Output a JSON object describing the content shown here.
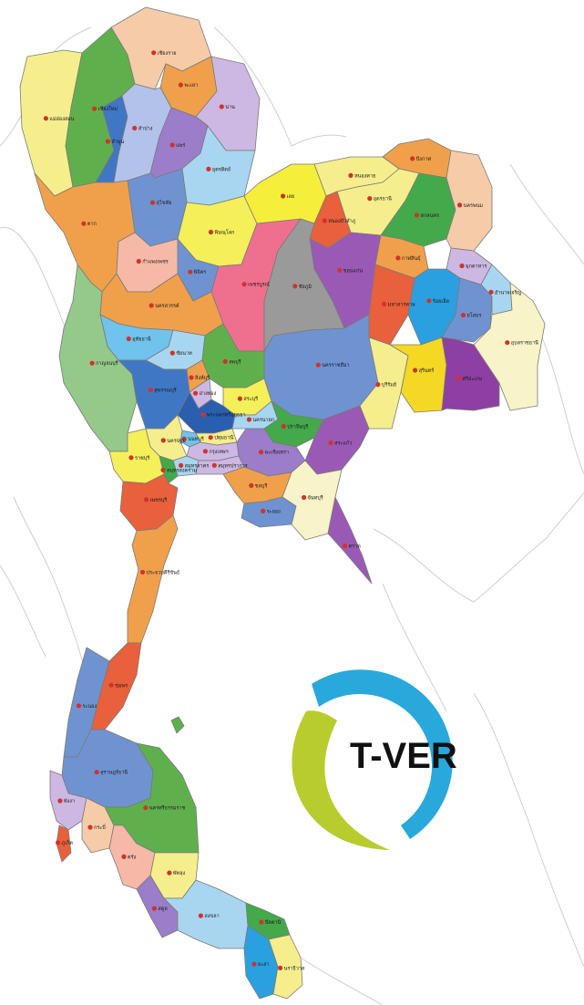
{
  "map": {
    "background": "#ffffff",
    "border_color": "#7a7a7a",
    "marker_color": "#d0332a",
    "neighbor_line_color": "#cfcfcf",
    "provinces": [
      {
        "id": "chiang-rai",
        "label": "เชียงราย",
        "fill": "#f6cba8"
      },
      {
        "id": "phayao",
        "label": "พะเยา",
        "fill": "#f0a04b"
      },
      {
        "id": "mae-hong-son",
        "label": "แม่ฮ่องสอน",
        "fill": "#f6ee8c"
      },
      {
        "id": "chiang-mai",
        "label": "เชียงใหม่",
        "fill": "#5fb04c"
      },
      {
        "id": "lamphun",
        "label": "ลำพูน",
        "fill": "#3f77c4"
      },
      {
        "id": "lampang",
        "label": "ลำปาง",
        "fill": "#b3c2ea"
      },
      {
        "id": "phrae",
        "label": "แพร่",
        "fill": "#9b7dc9"
      },
      {
        "id": "nan",
        "label": "น่าน",
        "fill": "#cdb8e3"
      },
      {
        "id": "uttaradit",
        "label": "อุตรดิตถ์",
        "fill": "#a8d6f0"
      },
      {
        "id": "sukhothai",
        "label": "สุโขทัย",
        "fill": "#6f93d1"
      },
      {
        "id": "tak",
        "label": "ตาก",
        "fill": "#f0a04b"
      },
      {
        "id": "phitsanulok",
        "label": "พิษณุโลก",
        "fill": "#f5ef5a"
      },
      {
        "id": "kamphaeng-phet",
        "label": "กำแพงเพชร",
        "fill": "#f6b9a7"
      },
      {
        "id": "phichit",
        "label": "พิจิตร",
        "fill": "#6f93d1"
      },
      {
        "id": "phetchabun",
        "label": "เพชรบูรณ์",
        "fill": "#ef6f8f"
      },
      {
        "id": "nakhon-sawan",
        "label": "นครสวรรค์",
        "fill": "#f0a04b"
      },
      {
        "id": "uthai-thani",
        "label": "อุทัยธานี",
        "fill": "#6fc3ec"
      },
      {
        "id": "chai-nat",
        "label": "ชัยนาท",
        "fill": "#a8d6f0"
      },
      {
        "id": "loei",
        "label": "เลย",
        "fill": "#f5ef3c"
      },
      {
        "id": "nong-khai",
        "label": "หนองคาย",
        "fill": "#f6ee8c"
      },
      {
        "id": "bueng-kan",
        "label": "บึงกาฬ",
        "fill": "#f0a04b"
      },
      {
        "id": "udon-thani",
        "label": "อุดรธานี",
        "fill": "#f6ee8c"
      },
      {
        "id": "sakon-nakhon",
        "label": "สกลนคร",
        "fill": "#43a94a"
      },
      {
        "id": "nakhon-phanom",
        "label": "นครพนม",
        "fill": "#f6cba8"
      },
      {
        "id": "nong-bua-lamphu",
        "label": "หนองบัวลำภู",
        "fill": "#e8603c"
      },
      {
        "id": "khon-kaen",
        "label": "ขอนแก่น",
        "fill": "#9b59b6"
      },
      {
        "id": "kalasin",
        "label": "กาฬสินธุ์",
        "fill": "#f0a04b"
      },
      {
        "id": "mukdahan",
        "label": "มุกดาหาร",
        "fill": "#cdb8e3"
      },
      {
        "id": "chaiyaphum",
        "label": "ชัยภูมิ",
        "fill": "#9a9a9a"
      },
      {
        "id": "maha-sarakham",
        "label": "มหาสารคาม",
        "fill": "#e8603c"
      },
      {
        "id": "roi-et",
        "label": "ร้อยเอ็ด",
        "fill": "#2aa0e0"
      },
      {
        "id": "yasothon",
        "label": "ยโสธร",
        "fill": "#6f93d1"
      },
      {
        "id": "amnat-charoen",
        "label": "อำนาจเจริญ",
        "fill": "#a8d6f0"
      },
      {
        "id": "ubon-ratchathani",
        "label": "อุบลราชธานี",
        "fill": "#f8f3c8"
      },
      {
        "id": "nakhon-ratchasima",
        "label": "นครราชสีมา",
        "fill": "#6f93d1"
      },
      {
        "id": "buriram",
        "label": "บุรีรัมย์",
        "fill": "#f6ee8c"
      },
      {
        "id": "surin",
        "label": "สุรินทร์",
        "fill": "#f5d823"
      },
      {
        "id": "sisaket",
        "label": "ศรีสะเกษ",
        "fill": "#8e3fa3"
      },
      {
        "id": "kanchanaburi",
        "label": "กาญจนบุรี",
        "fill": "#94c98a"
      },
      {
        "id": "suphan-buri",
        "label": "สุพรรณบุรี",
        "fill": "#3f77c4"
      },
      {
        "id": "sing-buri",
        "label": "สิงห์บุรี",
        "fill": "#f0a04b"
      },
      {
        "id": "ang-thong",
        "label": "อ่างทอง",
        "fill": "#cdb8e3"
      },
      {
        "id": "lopburi",
        "label": "ลพบุรี",
        "fill": "#5fb04c"
      },
      {
        "id": "saraburi",
        "label": "สระบุรี",
        "fill": "#f5ef5a"
      },
      {
        "id": "ayutthaya",
        "label": "พระนครศรีอยุธยา",
        "fill": "#2a5fb0"
      },
      {
        "id": "nakhon-nayok",
        "label": "นครนายก",
        "fill": "#a8d6f0"
      },
      {
        "id": "prachinburi",
        "label": "ปราจีนบุรี",
        "fill": "#43a94a"
      },
      {
        "id": "sa-kaeo",
        "label": "สระแก้ว",
        "fill": "#9b59b6"
      },
      {
        "id": "pathum-thani",
        "label": "ปทุมธานี",
        "fill": "#f6ee8c"
      },
      {
        "id": "nonthaburi",
        "label": "นนทบุรี",
        "fill": "#6fc3ec"
      },
      {
        "id": "bangkok",
        "label": "กรุงเทพฯ",
        "fill": "#cdb8e3"
      },
      {
        "id": "nakhon-pathom",
        "label": "นครปฐม",
        "fill": "#f6ee8c"
      },
      {
        "id": "ratchaburi",
        "label": "ราชบุรี",
        "fill": "#f5ef5a"
      },
      {
        "id": "samut-sakhon",
        "label": "สมุทรสาคร",
        "fill": "#a8d6f0"
      },
      {
        "id": "samut-songkhram",
        "label": "สมุทรสงคราม",
        "fill": "#43a94a"
      },
      {
        "id": "samut-prakan",
        "label": "สมุทรปราการ",
        "fill": "#cdb8e3"
      },
      {
        "id": "chachoengsao",
        "label": "ฉะเชิงเทรา",
        "fill": "#9b7dc9"
      },
      {
        "id": "chonburi",
        "label": "ชลบุรี",
        "fill": "#f0a04b"
      },
      {
        "id": "rayong",
        "label": "ระยอง",
        "fill": "#6f93d1"
      },
      {
        "id": "chanthaburi",
        "label": "จันทบุรี",
        "fill": "#f8f3c8"
      },
      {
        "id": "trat",
        "label": "ตราด",
        "fill": "#9b59b6"
      },
      {
        "id": "phetchaburi",
        "label": "เพชรบุรี",
        "fill": "#e8603c"
      },
      {
        "id": "prachuap",
        "label": "ประจวบคีรีขันธ์",
        "fill": "#f0a04b"
      },
      {
        "id": "chumphon",
        "label": "ชุมพร",
        "fill": "#e8603c"
      },
      {
        "id": "ranong",
        "label": "ระนอง",
        "fill": "#6f93d1"
      },
      {
        "id": "surat-thani",
        "label": "สุราษฎร์ธานี",
        "fill": "#6f93d1"
      },
      {
        "id": "phang-nga",
        "label": "พังงา",
        "fill": "#cdb8e3"
      },
      {
        "id": "phuket",
        "label": "ภูเก็ต",
        "fill": "#e8603c"
      },
      {
        "id": "krabi",
        "label": "กระบี่",
        "fill": "#f6cba8"
      },
      {
        "id": "nakhon-si-thammarat",
        "label": "นครศรีธรรมราช",
        "fill": "#5fb04c"
      },
      {
        "id": "trang",
        "label": "ตรัง",
        "fill": "#f6b9a7"
      },
      {
        "id": "phatthalung",
        "label": "พัทลุง",
        "fill": "#f6ee8c"
      },
      {
        "id": "satun",
        "label": "สตูล",
        "fill": "#9b7dc9"
      },
      {
        "id": "songkhla",
        "label": "สงขลา",
        "fill": "#a8d6f0"
      },
      {
        "id": "pattani",
        "label": "ปัตตานี",
        "fill": "#43a94a"
      },
      {
        "id": "yala",
        "label": "ยะลา",
        "fill": "#2aa0e0"
      },
      {
        "id": "narathiwat",
        "label": "นราธิวาส",
        "fill": "#f6ee8c"
      }
    ]
  },
  "logo": {
    "text": "T-VER",
    "arc_color": "#29a8dc",
    "crescent_color": "#b8cc2e",
    "text_color": "#111111"
  }
}
